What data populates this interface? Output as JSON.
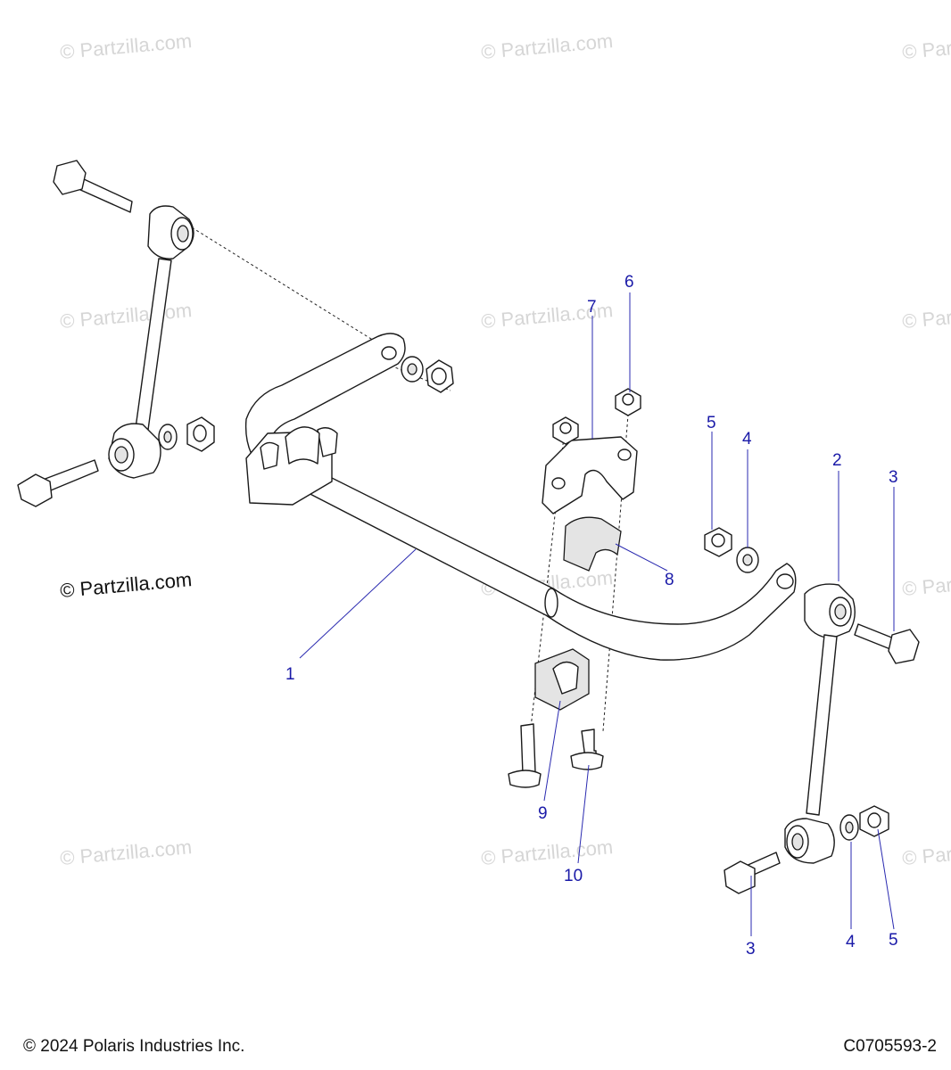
{
  "watermarks": {
    "text": "© Partzilla.com",
    "main": "© Partzilla.com"
  },
  "callouts": {
    "c1": "1",
    "c2": "2",
    "c3a": "3",
    "c3b": "3",
    "c4a": "4",
    "c4b": "4",
    "c5a": "5",
    "c5b": "5",
    "c6": "6",
    "c7": "7",
    "c8": "8",
    "c9": "9",
    "c10": "10"
  },
  "footer": {
    "copyright": "© 2024 Polaris Industries Inc.",
    "code": "C0705593-2"
  },
  "colors": {
    "callout": "#1a1aa8",
    "watermark": "#d6d6d6"
  }
}
